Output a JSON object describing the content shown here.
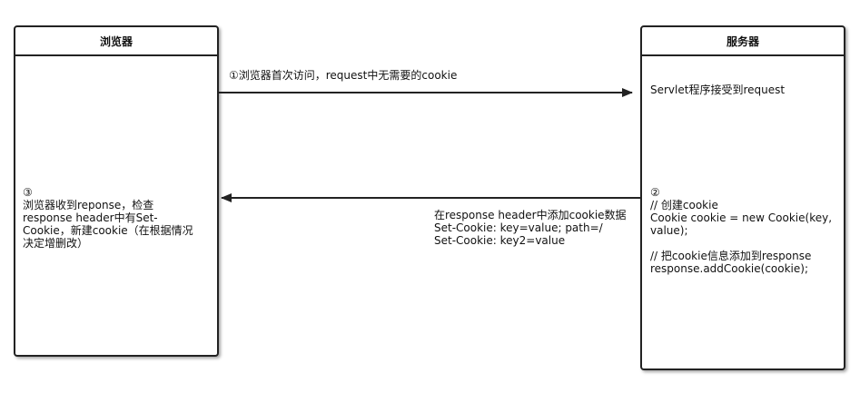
{
  "browser": {
    "title": "浏览器",
    "note": "③\n浏览器收到reponse，检查\nresponse header中有Set-\nCookie，新建cookie（在根据情况\n决定增删改）"
  },
  "server": {
    "title": "服务器",
    "receive_note": "Servlet程序接受到request",
    "create_note": "②\n// 创建cookie\nCookie cookie = new Cookie(key,\nvalue);\n\n// 把cookie信息添加到response\nresponse.addCookie(cookie);"
  },
  "arrows": {
    "request_label": "①浏览器首次访问，request中无需要的cookie",
    "response_label": "在response header中添加cookie数据\nSet-Cookie: key=value; path=/\nSet-Cookie: key2=value"
  },
  "colors": {
    "line": "#222222",
    "text": "#111111"
  }
}
